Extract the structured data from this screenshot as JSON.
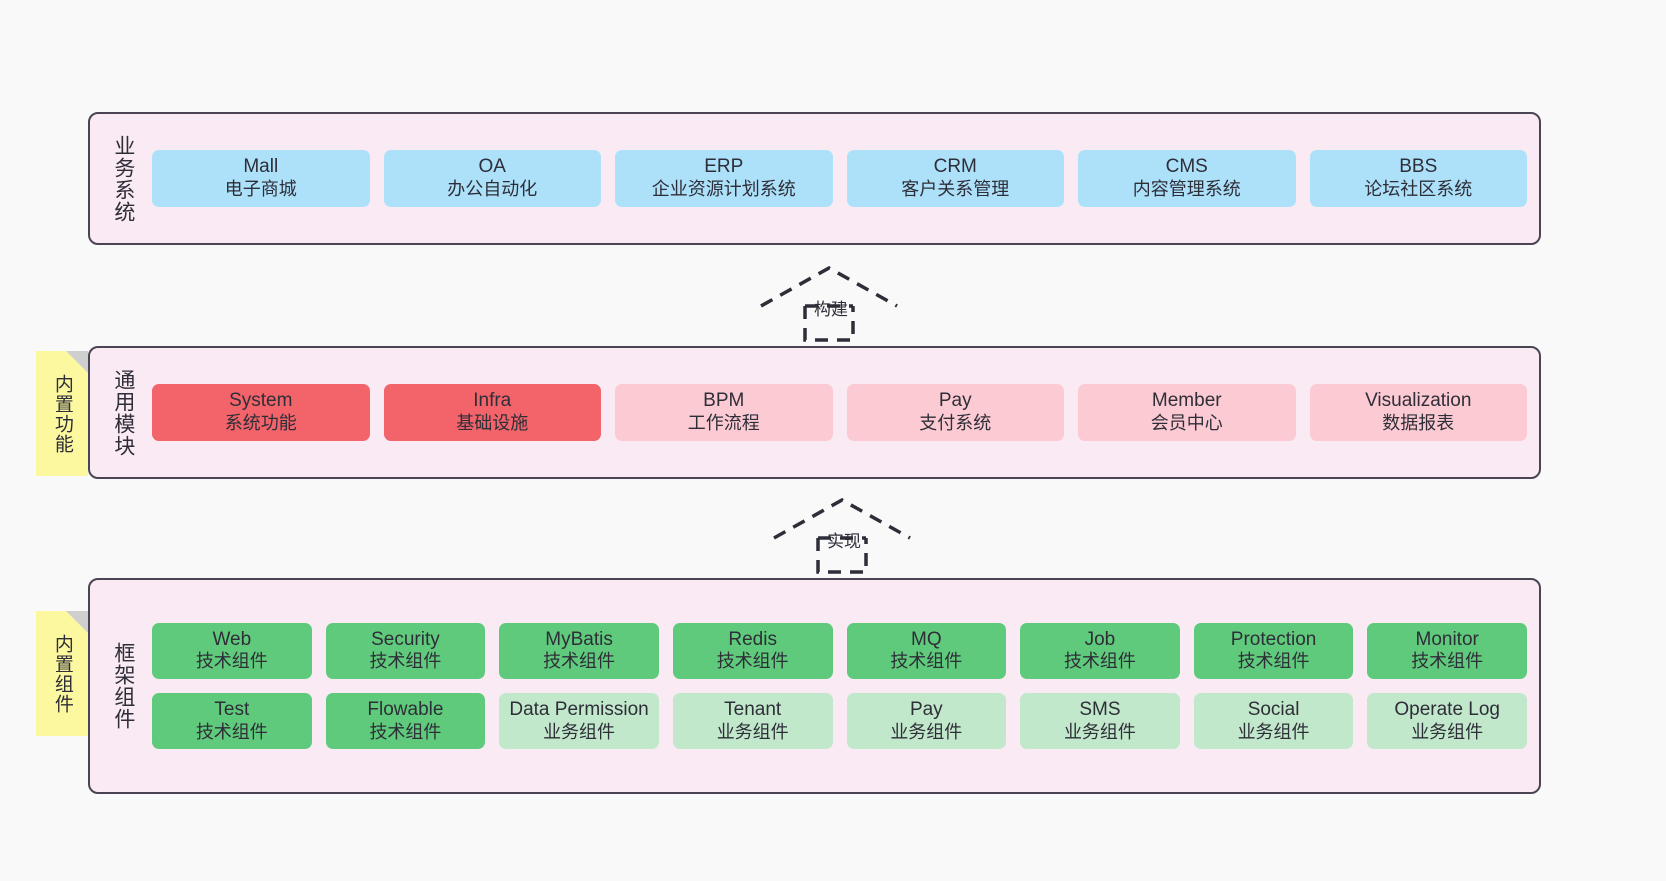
{
  "diagram": {
    "background_color": "#f9f9f9",
    "panel_fill": "#faeaf4",
    "panel_border": "#4a4454",
    "note_color": "#fcf8a0"
  },
  "layers": [
    {
      "id": "business-systems",
      "title": "业务系统",
      "rows": [
        [
          {
            "name": "Mall",
            "desc": "电子商城",
            "color": "#ade1fa",
            "style": "c-blue"
          },
          {
            "name": "OA",
            "desc": "办公自动化",
            "color": "#ade1fa",
            "style": "c-blue"
          },
          {
            "name": "ERP",
            "desc": "企业资源计划系统",
            "color": "#ade1fa",
            "style": "c-blue"
          },
          {
            "name": "CRM",
            "desc": "客户关系管理",
            "color": "#ade1fa",
            "style": "c-blue"
          },
          {
            "name": "CMS",
            "desc": "内容管理系统",
            "color": "#ade1fa",
            "style": "c-blue"
          },
          {
            "name": "BBS",
            "desc": "论坛社区系统",
            "color": "#ade1fa",
            "style": "c-blue"
          }
        ]
      ]
    },
    {
      "id": "common-modules",
      "title": "通用模块",
      "note": "内置功能",
      "rows": [
        [
          {
            "name": "System",
            "desc": "系统功能",
            "color": "#f2646a",
            "style": "c-red"
          },
          {
            "name": "Infra",
            "desc": "基础设施",
            "color": "#f2646a",
            "style": "c-red"
          },
          {
            "name": "BPM",
            "desc": "工作流程",
            "color": "#fccad3",
            "style": "c-pink"
          },
          {
            "name": "Pay",
            "desc": "支付系统",
            "color": "#fccad3",
            "style": "c-pink"
          },
          {
            "name": "Member",
            "desc": "会员中心",
            "color": "#fccad3",
            "style": "c-pink"
          },
          {
            "name": "Visualization",
            "desc": "数据报表",
            "color": "#fccad3",
            "style": "c-pink"
          }
        ]
      ]
    },
    {
      "id": "framework-components",
      "title": "框架组件",
      "note": "内置组件",
      "rows": [
        [
          {
            "name": "Web",
            "desc": "技术组件",
            "color": "#5fca7b",
            "style": "c-green"
          },
          {
            "name": "Security",
            "desc": "技术组件",
            "color": "#5fca7b",
            "style": "c-green"
          },
          {
            "name": "MyBatis",
            "desc": "技术组件",
            "color": "#5fca7b",
            "style": "c-green"
          },
          {
            "name": "Redis",
            "desc": "技术组件",
            "color": "#5fca7b",
            "style": "c-green"
          },
          {
            "name": "MQ",
            "desc": "技术组件",
            "color": "#5fca7b",
            "style": "c-green"
          },
          {
            "name": "Job",
            "desc": "技术组件",
            "color": "#5fca7b",
            "style": "c-green"
          },
          {
            "name": "Protection",
            "desc": "技术组件",
            "color": "#5fca7b",
            "style": "c-green"
          },
          {
            "name": "Monitor",
            "desc": "技术组件",
            "color": "#5fca7b",
            "style": "c-green"
          }
        ],
        [
          {
            "name": "Test",
            "desc": "技术组件",
            "color": "#5fca7b",
            "style": "c-green"
          },
          {
            "name": "Flowable",
            "desc": "技术组件",
            "color": "#5fca7b",
            "style": "c-green"
          },
          {
            "name": "Data Permission",
            "desc": "业务组件",
            "color": "#c2e8cc",
            "style": "c-lightgreen"
          },
          {
            "name": "Tenant",
            "desc": "业务组件",
            "color": "#c2e8cc",
            "style": "c-lightgreen"
          },
          {
            "name": "Pay",
            "desc": "业务组件",
            "color": "#c2e8cc",
            "style": "c-lightgreen"
          },
          {
            "name": "SMS",
            "desc": "业务组件",
            "color": "#c2e8cc",
            "style": "c-lightgreen"
          },
          {
            "name": "Social",
            "desc": "业务组件",
            "color": "#c2e8cc",
            "style": "c-lightgreen"
          },
          {
            "name": "Operate Log",
            "desc": "业务组件",
            "color": "#c2e8cc",
            "style": "c-lightgreen"
          }
        ]
      ]
    }
  ],
  "connectors": [
    {
      "id": "build",
      "label": "构建"
    },
    {
      "id": "implement",
      "label": "实现"
    }
  ]
}
